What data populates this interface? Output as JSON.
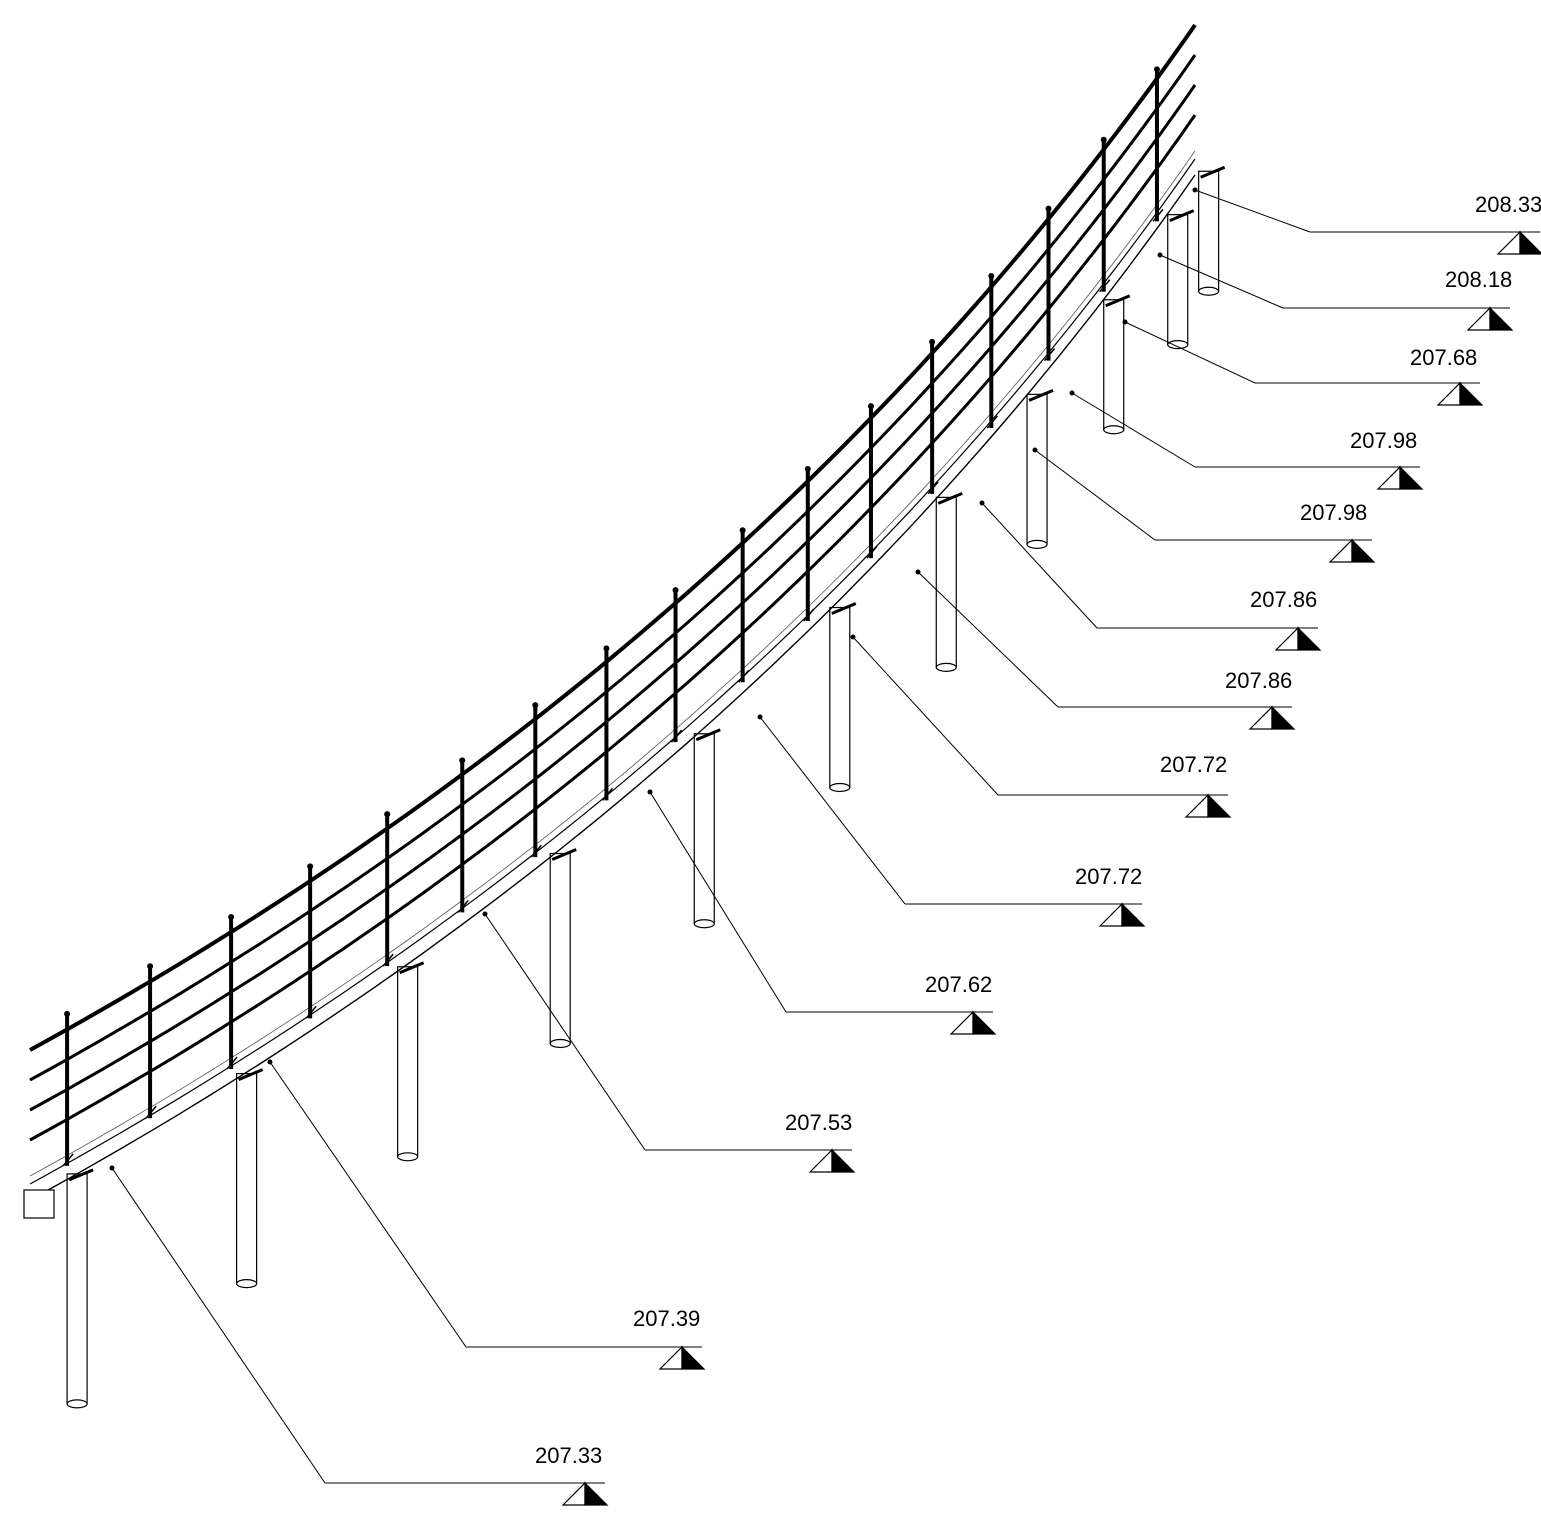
{
  "drawing": {
    "elevation_labels": [
      "208.33",
      "208.18",
      "207.68",
      "207.98",
      "207.98",
      "207.86",
      "207.86",
      "207.72",
      "207.72",
      "207.62",
      "207.53",
      "207.39",
      "207.33"
    ]
  }
}
